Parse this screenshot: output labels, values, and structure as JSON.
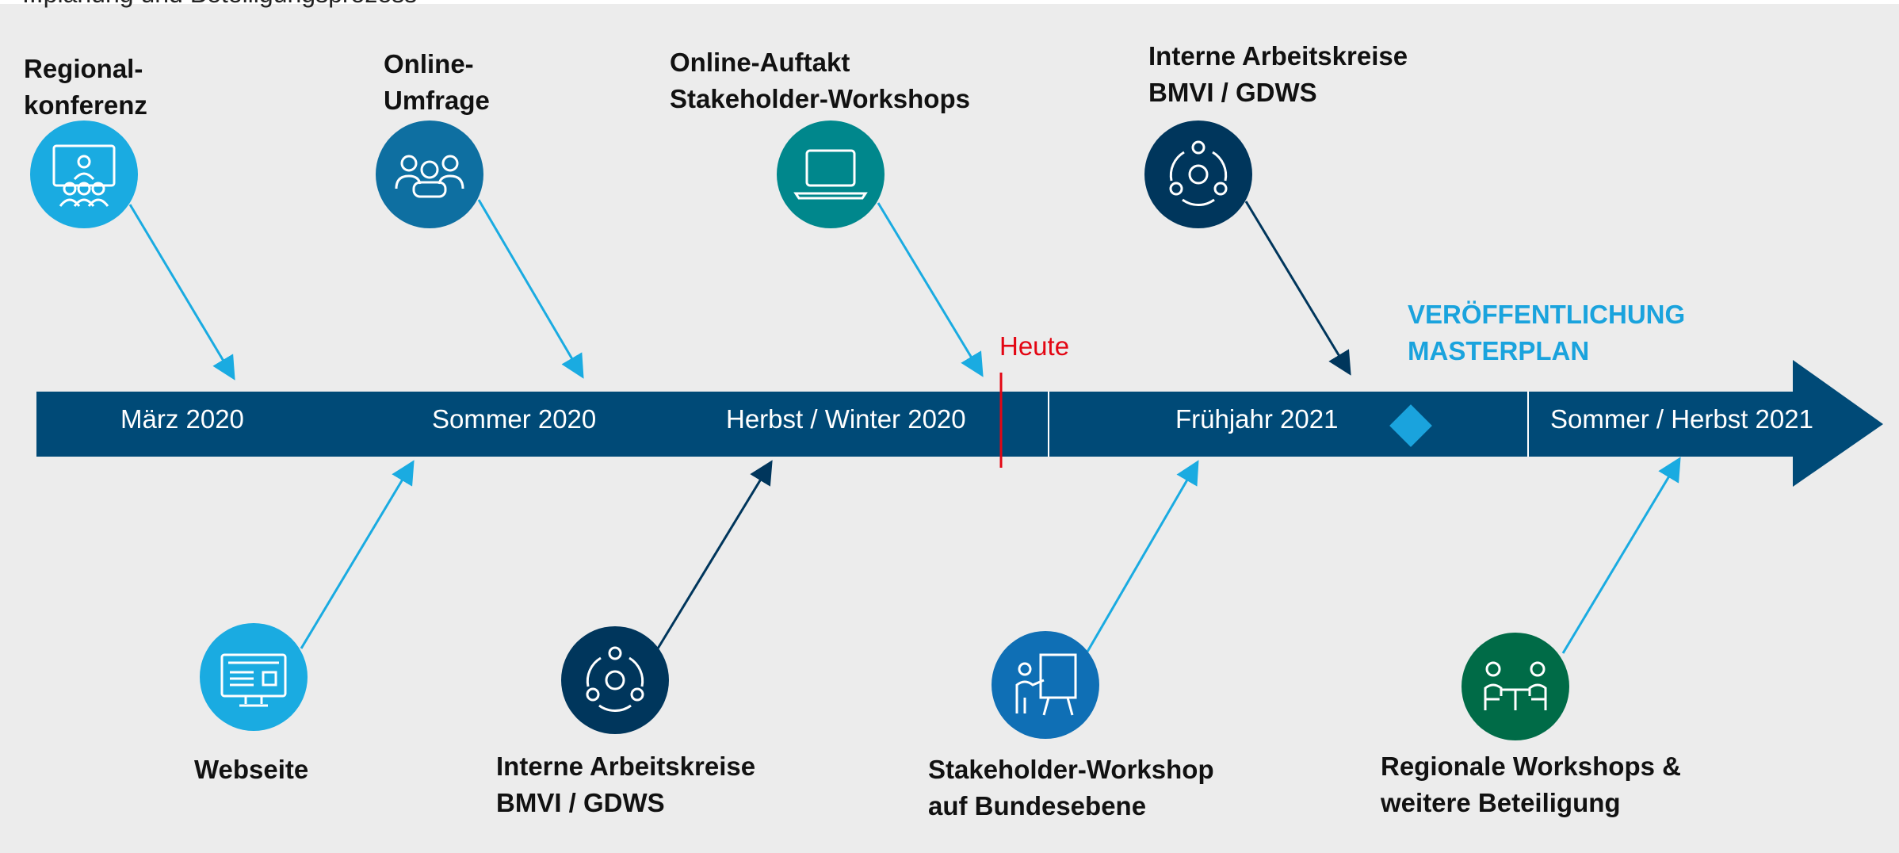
{
  "header_fragment": "...planung und Beteiligungsprozess",
  "colors": {
    "timeline_bar": "#004a77",
    "light_blue": "#1aabe1",
    "teal": "#00878c",
    "dark_navy": "#00365c",
    "medium_blue": "#0f6fb5",
    "dark_green": "#006b47",
    "today_marker": "#e30613",
    "publication_accent": "#1aa3dd"
  },
  "timeline": {
    "periods": [
      "März 2020",
      "Sommer 2020",
      "Herbst / Winter 2020",
      "Frühjahr 2021",
      "Sommer / Herbst 2021"
    ],
    "today_label": "Heute",
    "publication_label": [
      "VERÖFFENTLICHUNG",
      "MASTERPLAN"
    ]
  },
  "events_top": [
    {
      "lines": [
        "Regional-",
        "konferenz"
      ],
      "icon": "conference-icon"
    },
    {
      "lines": [
        "Online-",
        "Umfrage"
      ],
      "icon": "group-icon"
    },
    {
      "lines": [
        "Online-Auftakt",
        "Stakeholder-Workshops"
      ],
      "icon": "laptop-icon"
    },
    {
      "lines": [
        "Interne Arbeitskreise",
        "BMVI / GDWS"
      ],
      "icon": "network-icon"
    }
  ],
  "events_bottom": [
    {
      "lines": [
        "Webseite"
      ],
      "icon": "monitor-icon"
    },
    {
      "lines": [
        "Interne Arbeitskreise",
        "BMVI / GDWS"
      ],
      "icon": "network-icon"
    },
    {
      "lines": [
        "Stakeholder-Workshop",
        "auf Bundesebene"
      ],
      "icon": "presenter-icon"
    },
    {
      "lines": [
        "Regionale Workshops &",
        "weitere Beteiligung"
      ],
      "icon": "meeting-icon"
    }
  ]
}
